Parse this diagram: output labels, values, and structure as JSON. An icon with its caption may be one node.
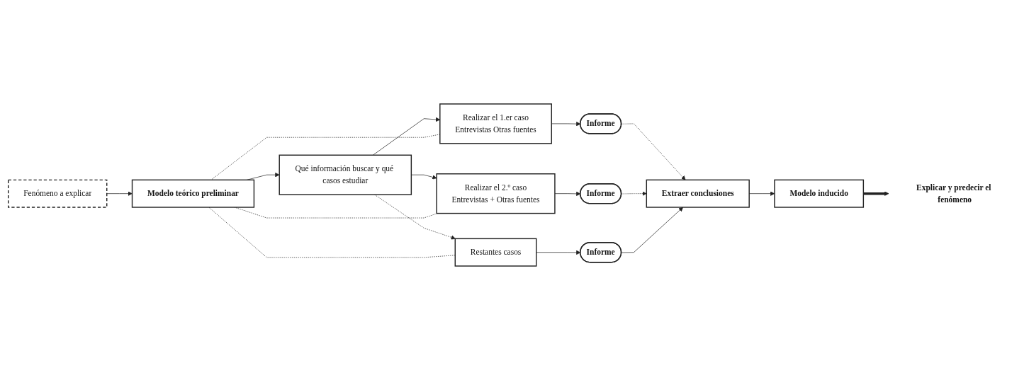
{
  "diagram": {
    "nodes": [
      {
        "text": [
          "Fenómeno a explicar"
        ]
      },
      {
        "text": [
          "Modelo teórico preliminar"
        ]
      },
      {
        "text": [
          "Qué información buscar y qué casos estudiar"
        ]
      },
      {
        "text": [
          "Realizar el 1.er caso",
          "Entrevistas Otras fuentes"
        ]
      },
      {
        "text": [
          "Realizar el 2.º caso",
          "Entrevistas + Otras fuentes"
        ]
      },
      {
        "text": [
          "Restantes casos"
        ]
      },
      {
        "text": [
          "Informe"
        ]
      },
      {
        "text": [
          "Informe"
        ]
      },
      {
        "text": [
          "Informe"
        ]
      },
      {
        "text": [
          "Extraer conclusiones"
        ]
      },
      {
        "text": [
          "Modelo inducido"
        ]
      },
      {
        "text": [
          "Explicar y predecir el fenómeno"
        ]
      }
    ],
    "edges": [
      {
        "from": 0,
        "to": 1,
        "arrow": "to"
      },
      {
        "from": 1,
        "to": 2,
        "arrow": "to"
      },
      {
        "from": 2,
        "to": 3,
        "arrow": "to"
      },
      {
        "from": 2,
        "to": 4,
        "arrow": "to"
      },
      {
        "from": 2,
        "to": 5,
        "arrow": "to",
        "style": "dashed"
      },
      {
        "from": 3,
        "to": 6,
        "arrow": "to"
      },
      {
        "from": 4,
        "to": 7,
        "arrow": "to"
      },
      {
        "from": 5,
        "to": 8,
        "arrow": "to"
      },
      {
        "from": 6,
        "to": 9,
        "arrow": "to",
        "style": "dashed"
      },
      {
        "from": 7,
        "to": 9,
        "arrow": "to",
        "style": "dashed"
      },
      {
        "from": 8,
        "to": 9,
        "arrow": "to"
      },
      {
        "from": 9,
        "to": 10,
        "arrow": "to"
      },
      {
        "from": 10,
        "to": 11,
        "arrow": "to",
        "style": "thick"
      },
      {
        "from": 3,
        "to": 1,
        "arrow": "none",
        "style": "dashed"
      },
      {
        "from": 4,
        "to": 1,
        "arrow": "none",
        "style": "dashed"
      },
      {
        "from": 5,
        "to": 1,
        "arrow": "none",
        "style": "dashed"
      }
    ]
  }
}
